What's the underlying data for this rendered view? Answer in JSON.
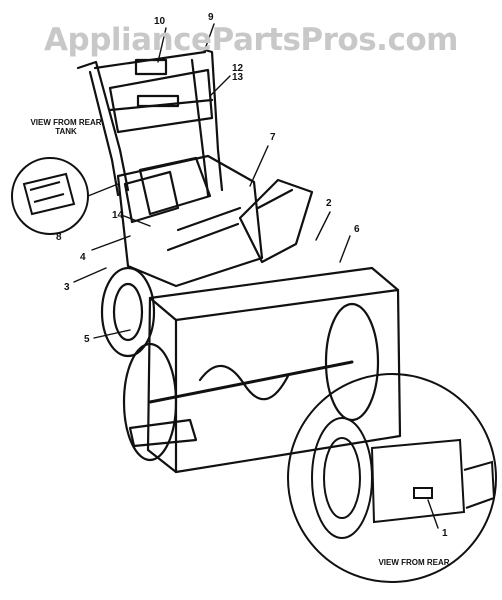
{
  "watermark": "AppliancePartsPros.com",
  "insets": {
    "rear_tank": "VIEW FROM REAR TANK",
    "rear": "VIEW FROM REAR"
  },
  "callouts": {
    "c1": "1",
    "c2": "2",
    "c3": "3",
    "c4": "4",
    "c5": "5",
    "c6": "6",
    "c7": "7",
    "c8": "8",
    "c9": "9",
    "c10": "10",
    "c12_13": "12\n13",
    "c14": "14"
  }
}
